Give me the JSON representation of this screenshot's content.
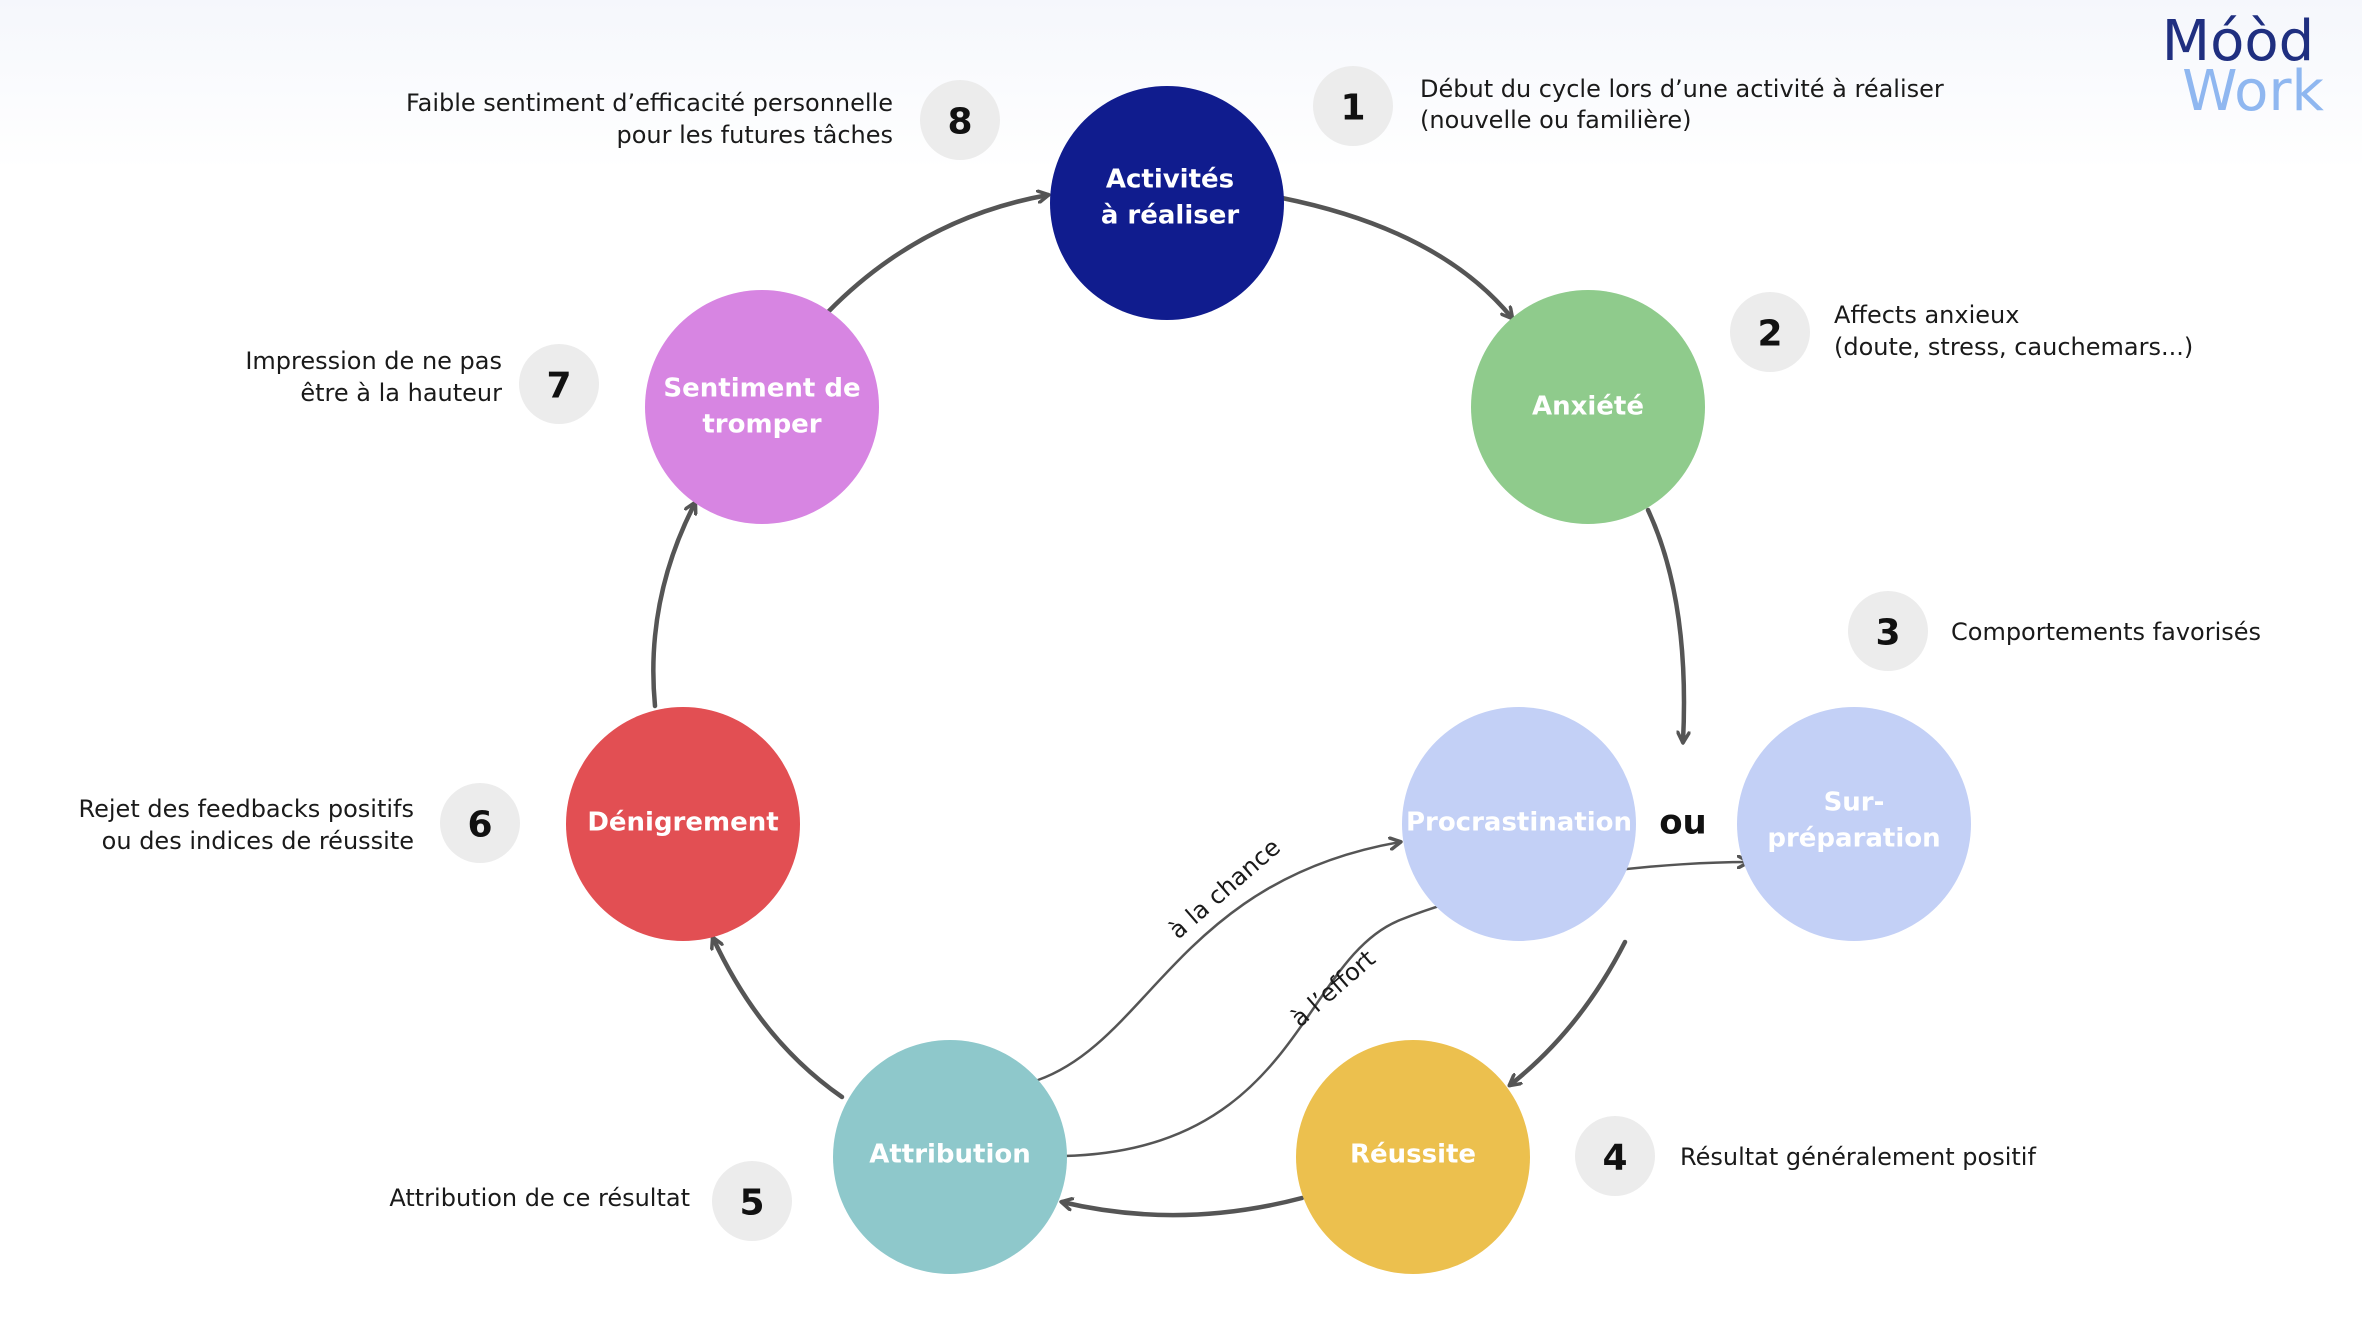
{
  "colors": {
    "activites": "#101c8e",
    "anxiete": "#8fcb8c",
    "procrastination": "#c3d0f6",
    "surpreparation": "#c3d0f6",
    "reussite": "#ecc04e",
    "attribution": "#8ec8cb",
    "denigrement": "#e24f53",
    "sentiment": "#d785e2",
    "badge": "#ececec",
    "arrow": "#555555"
  },
  "logo": {
    "line1": "Móòd",
    "line2": "Work"
  },
  "nodes": {
    "activites": {
      "line1": "Activités",
      "line2": "à réaliser"
    },
    "anxiete": {
      "line1": "Anxiété"
    },
    "procrastination": {
      "line1": "Procrastination"
    },
    "surpreparation": {
      "line1": "Sur-",
      "line2": "préparation"
    },
    "reussite": {
      "line1": "Réussite"
    },
    "attribution": {
      "line1": "Attribution"
    },
    "denigrement": {
      "line1": "Dénigrement"
    },
    "sentiment": {
      "line1": "Sentiment de",
      "line2": "tromper"
    }
  },
  "connector": "ou",
  "edge_labels": {
    "chance": "à la chance",
    "effort": "à l’effort"
  },
  "steps": [
    {
      "num": "1",
      "line1": "Début du cycle lors d’une activité à réaliser",
      "line2": "(nouvelle ou familière)"
    },
    {
      "num": "2",
      "line1": "Affects anxieux",
      "line2": "(doute, stress, cauchemars...)"
    },
    {
      "num": "3",
      "line1": "Comportements favorisés"
    },
    {
      "num": "4",
      "line1": "Résultat généralement positif"
    },
    {
      "num": "5",
      "line1": "Attribution de ce résultat"
    },
    {
      "num": "6",
      "line1": "Rejet des feedbacks positifs",
      "line2": "ou des indices de réussite"
    },
    {
      "num": "7",
      "line1": "Impression de ne pas",
      "line2": "être à la hauteur"
    },
    {
      "num": "8",
      "line1": "Faible sentiment d’efficacité personnelle",
      "line2": "pour les futures tâches"
    }
  ]
}
